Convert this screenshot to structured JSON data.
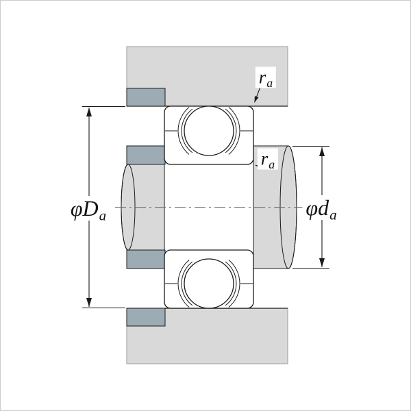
{
  "labels": {
    "housing_shoulder_dia": {
      "phi": "φ",
      "letter": "D",
      "sub": "a"
    },
    "shaft_shoulder_dia": {
      "phi": "φ",
      "letter": "d",
      "sub": "a"
    },
    "fillet_top": {
      "letter": "r",
      "sub": "a"
    },
    "fillet_mid": {
      "letter": "r",
      "sub": "a"
    }
  },
  "colors": {
    "housing": "#d9d9d9",
    "shoulder": "#9dacb4",
    "ring": "#ffffff",
    "line": "#1a1a1a",
    "centerline": "#666666"
  }
}
